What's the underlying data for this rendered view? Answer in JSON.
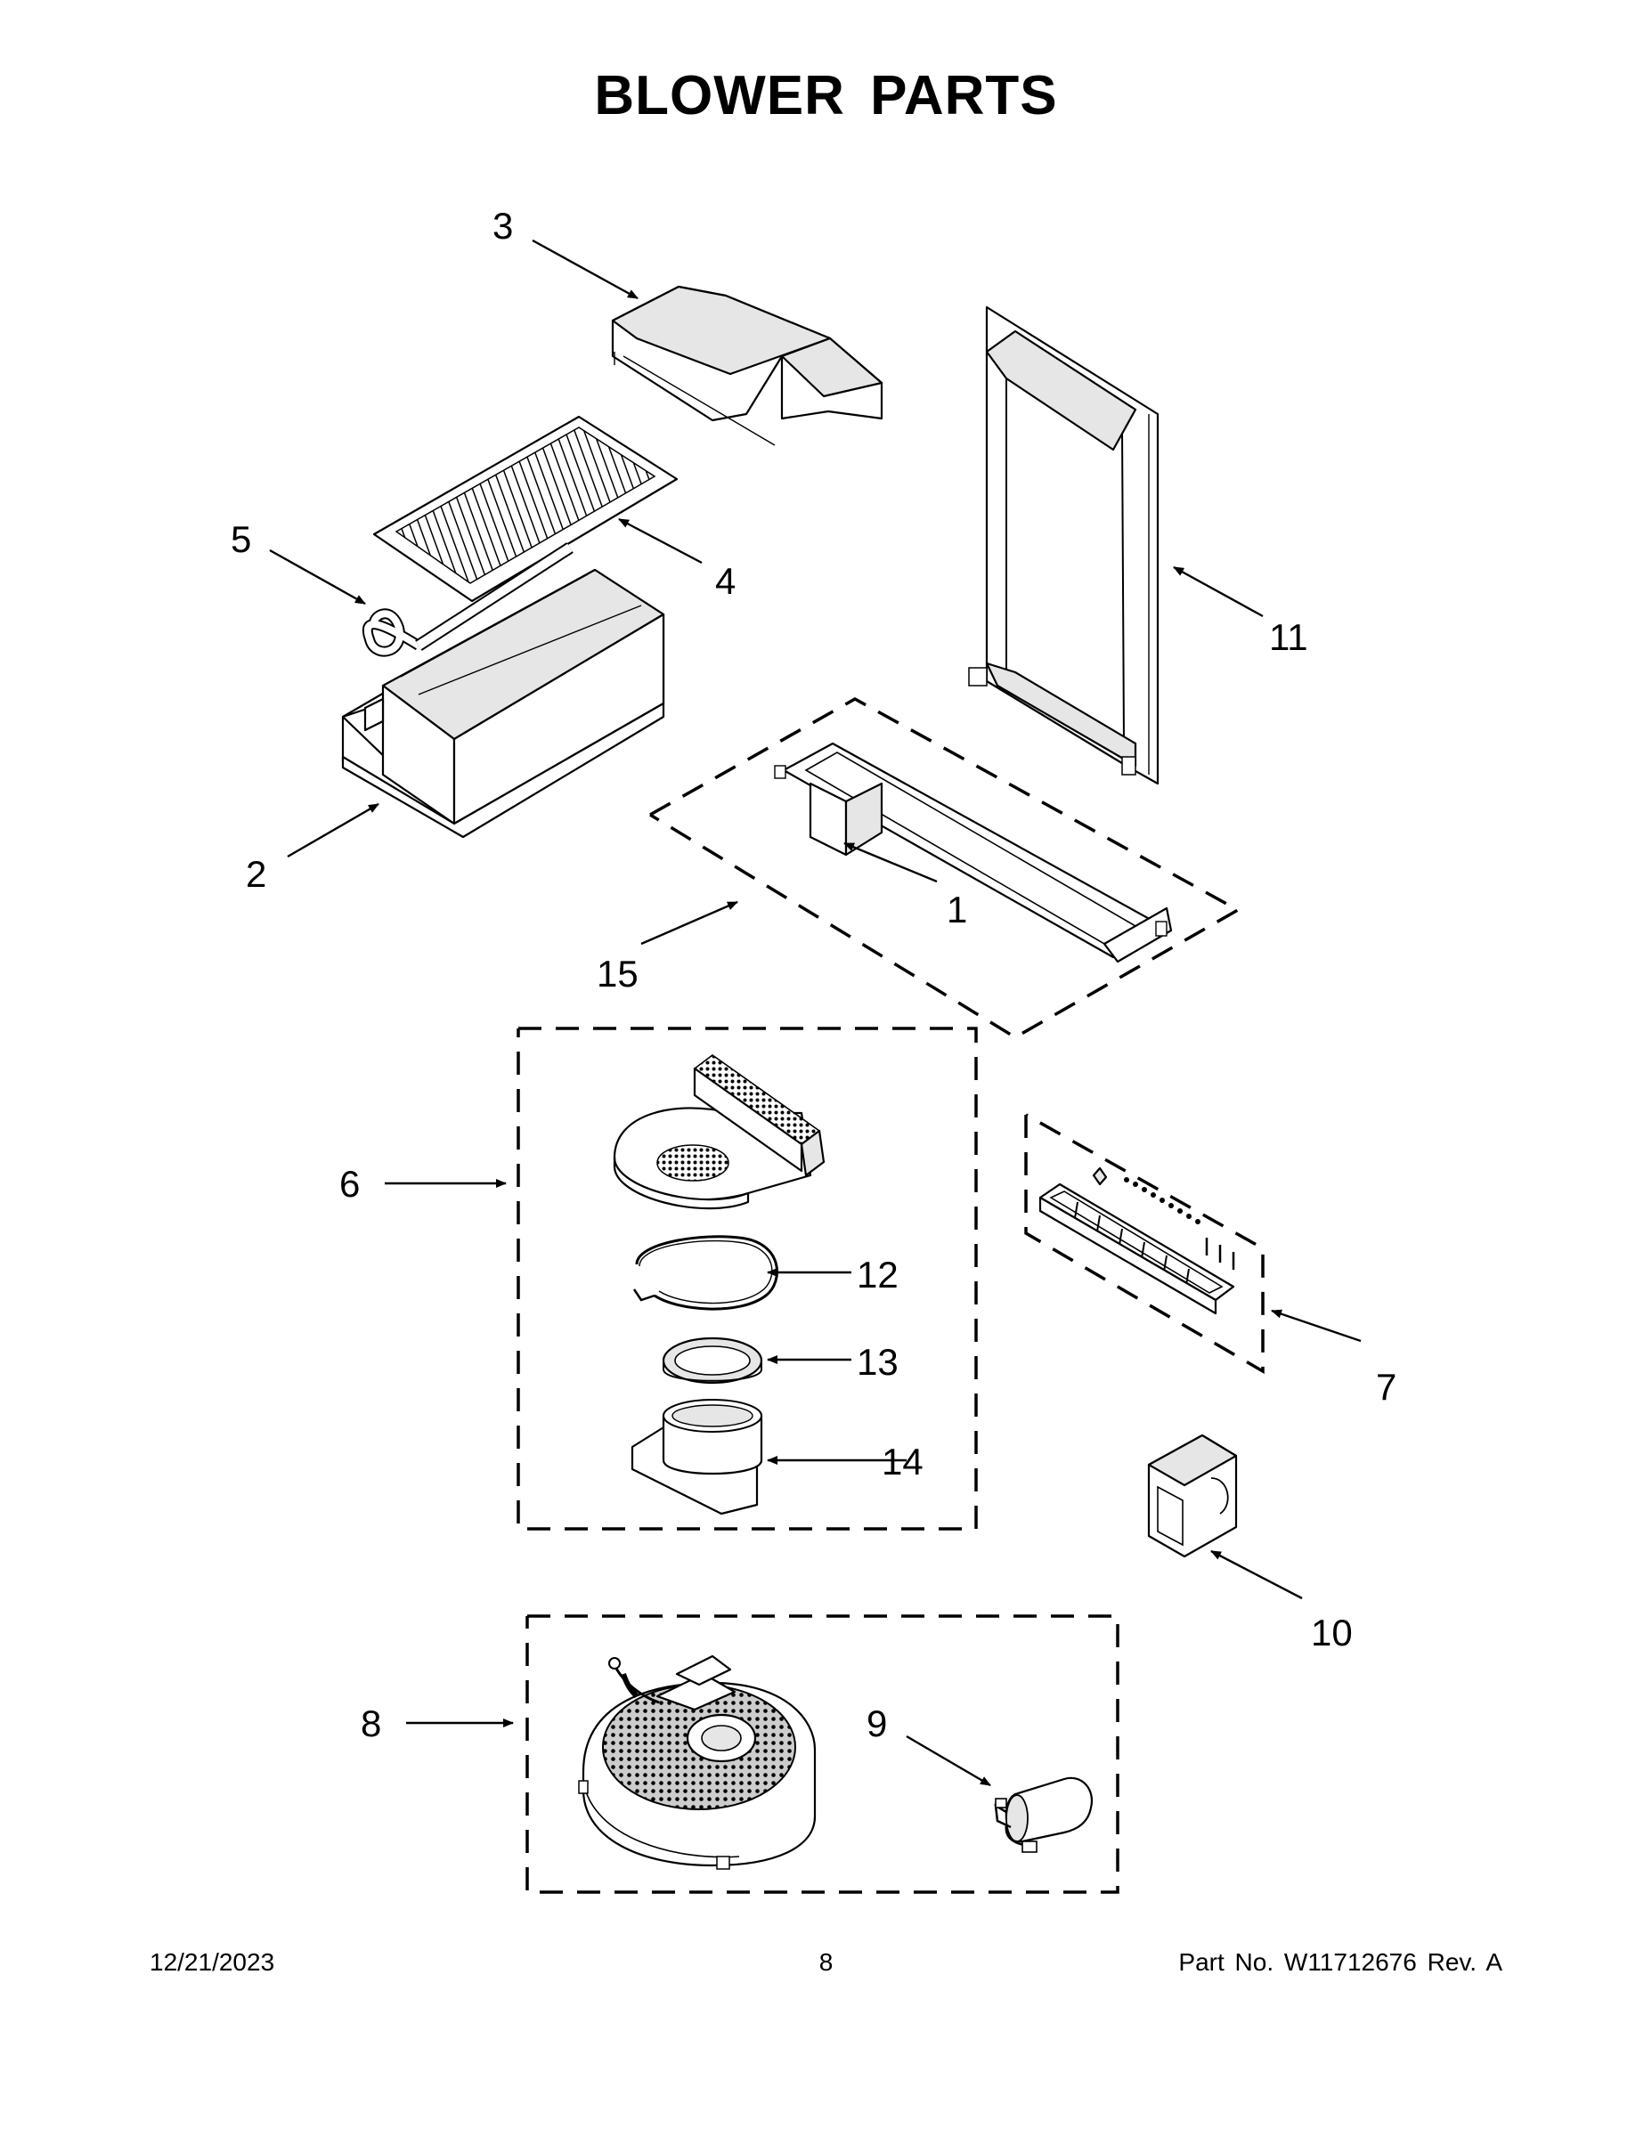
{
  "title": "BLOWER PARTS",
  "callouts": [
    {
      "id": "1",
      "label": "1"
    },
    {
      "id": "2",
      "label": "2"
    },
    {
      "id": "3",
      "label": "3"
    },
    {
      "id": "4",
      "label": "4"
    },
    {
      "id": "5",
      "label": "5"
    },
    {
      "id": "6",
      "label": "6"
    },
    {
      "id": "7",
      "label": "7"
    },
    {
      "id": "8",
      "label": "8"
    },
    {
      "id": "9",
      "label": "9"
    },
    {
      "id": "10",
      "label": "10"
    },
    {
      "id": "11",
      "label": "11"
    },
    {
      "id": "12",
      "label": "12"
    },
    {
      "id": "13",
      "label": "13"
    },
    {
      "id": "14",
      "label": "14"
    },
    {
      "id": "15",
      "label": "15"
    }
  ],
  "footer": {
    "date": "12/21/2023",
    "page": "8",
    "part_number": "Part No.  W11712676  Rev.  A"
  }
}
